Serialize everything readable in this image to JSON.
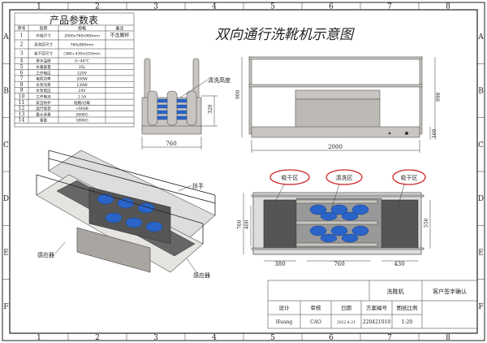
{
  "title": "双向通行洗靴机示意图",
  "grid": {
    "columns": [
      "1",
      "2",
      "3",
      "4",
      "5",
      "6",
      "7",
      "8"
    ],
    "rows": [
      "A",
      "B",
      "C",
      "D",
      "E",
      "F"
    ]
  },
  "param_table": {
    "title": "产品参数表",
    "headers": [
      "序号",
      "名称",
      "规格",
      "备注"
    ],
    "rows": [
      {
        "no": "1",
        "name": "外观尺寸",
        "spec": "2000x760x960mm",
        "note": "不含脚杯"
      },
      {
        "no": "2",
        "name": "清洗区尺寸",
        "spec": "760x880mm",
        "note": ""
      },
      {
        "no": "3",
        "name": "吸干区尺寸",
        "spec": "(380+430)x550mm",
        "note": ""
      },
      {
        "no": "4",
        "name": "进水温度",
        "spec": "0~40℃",
        "note": ""
      },
      {
        "no": "5",
        "name": "水箱容量",
        "spec": "35L",
        "note": ""
      },
      {
        "no": "6",
        "name": "工作电压",
        "spec": "220V",
        "note": ""
      },
      {
        "no": "7",
        "name": "电机功率",
        "spec": "200W",
        "note": ""
      },
      {
        "no": "8",
        "name": "水泵功率",
        "spec": "130W",
        "note": ""
      },
      {
        "no": "9",
        "name": "水泵电压",
        "spec": "24V",
        "note": ""
      },
      {
        "no": "10",
        "name": "工作电流",
        "spec": "1.5A",
        "note": ""
      },
      {
        "no": "11",
        "name": "安全防护",
        "spec": "短路/过载",
        "note": ""
      },
      {
        "no": "12",
        "name": "运行噪音",
        "spec": "<60dB",
        "note": ""
      },
      {
        "no": "13",
        "name": "最大承重",
        "spec": "260KG",
        "note": ""
      },
      {
        "no": "14",
        "name": "重量",
        "spec": "180KG",
        "note": ""
      }
    ]
  },
  "side_view": {
    "label": "清洗高度",
    "dim_width": "760",
    "dim_height": "320"
  },
  "front_view": {
    "dim_length": "2000",
    "dim_height_left": "900",
    "dim_height_right": "990",
    "dim_base": "160"
  },
  "iso_view": {
    "handrail_label": "扶手",
    "sensor_label_left": "感应器",
    "sensor_label_right": "感应器"
  },
  "top_view": {
    "zone_left": "吸干区",
    "zone_center": "清洗区",
    "zone_right": "吸干区",
    "dim_left": "380",
    "dim_center": "760",
    "dim_right": "430",
    "dim_width": "760",
    "dim_inner": "400",
    "dim_dry": "550"
  },
  "title_block": {
    "product": "洗靴机",
    "customer_sign": "客户签字确认",
    "headers": [
      "设计",
      "审核",
      "日期",
      "方案编号",
      "图纸比例"
    ],
    "values": [
      "Huang",
      "CAO",
      "2022.4.21",
      "220421010",
      "1:20"
    ]
  },
  "colors": {
    "ellipse": "#d0282a",
    "brushes": "#2a64c8"
  }
}
